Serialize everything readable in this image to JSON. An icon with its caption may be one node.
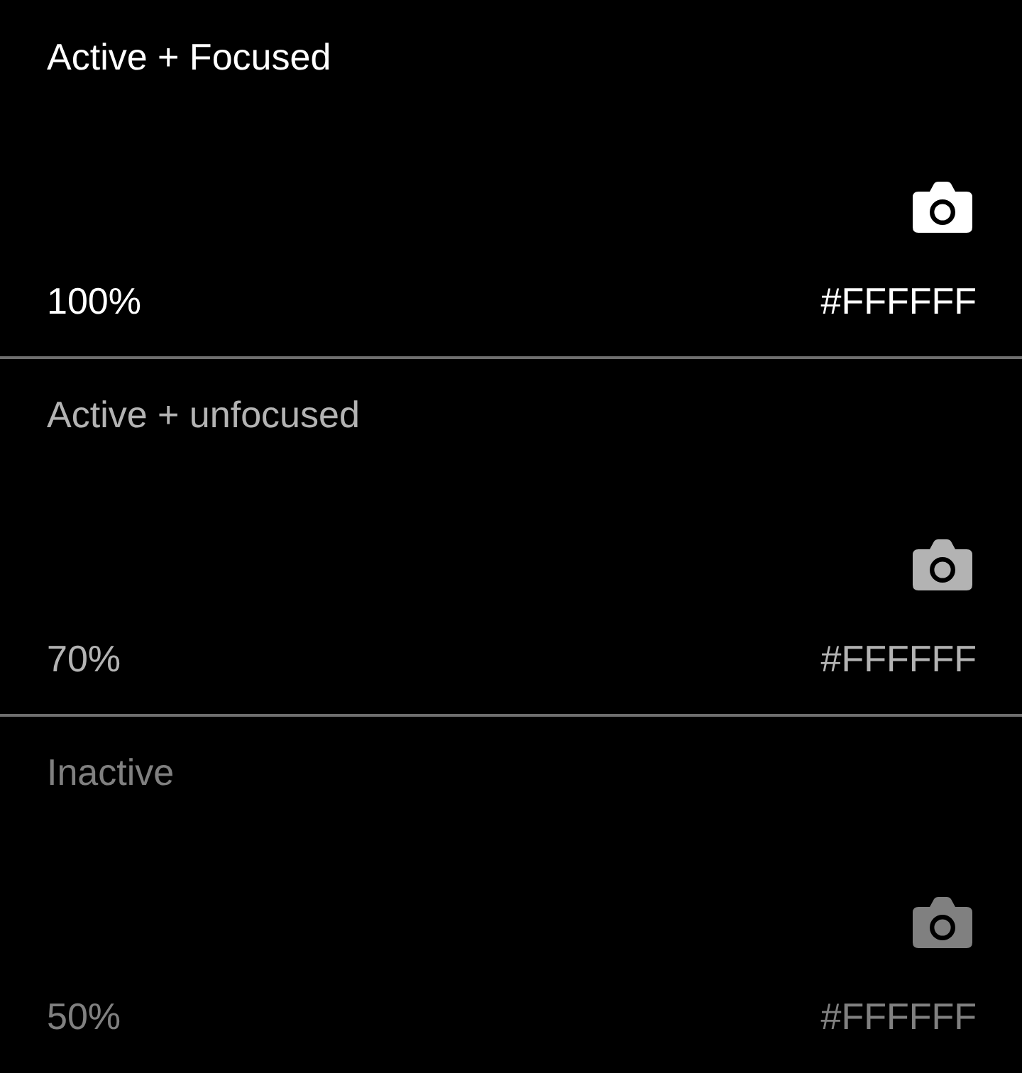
{
  "diagram": {
    "labels": [
      "Active + Focused",
      "100%",
      "#FFFFFF",
      "Active + unfocused",
      "70%",
      "#FFFFFF",
      "Inactive",
      "50%",
      "#FFFFFF"
    ]
  }
}
